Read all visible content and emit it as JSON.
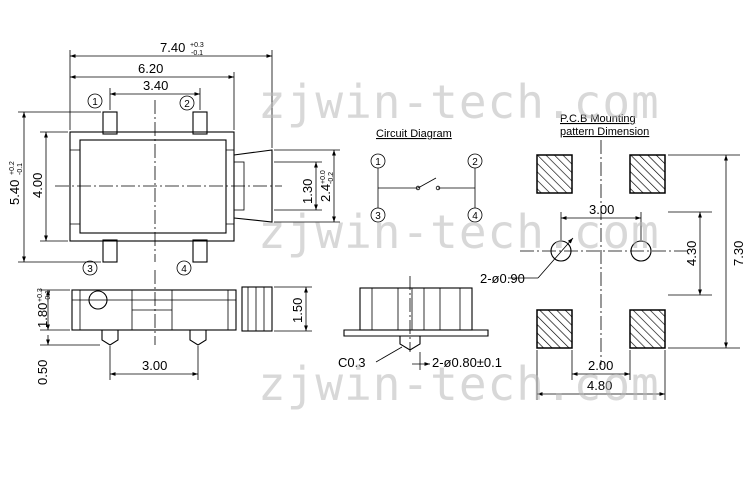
{
  "watermark": "zjwin-tech.com",
  "top_view": {
    "overall_width": "7.40",
    "overall_width_tol_upper": "+0.3",
    "overall_width_tol_lower": "-0.1",
    "body_width": "6.20",
    "pin_spacing": "3.40",
    "overall_height": "5.40",
    "overall_height_tol_upper": "+0.2",
    "overall_height_tol_lower": "-0.1",
    "body_height": "4.00",
    "actuator_width": "1.30",
    "actuator_length": "2.4",
    "actuator_length_tol_upper": "+0.0",
    "actuator_length_tol_lower": "-0.2",
    "pins": [
      "1",
      "2",
      "3",
      "4"
    ]
  },
  "side_view": {
    "height": "1.80",
    "height_tol_upper": "+0.3",
    "height_tol_lower": "-0.1",
    "standoff": "0.50",
    "post_spacing": "3.00",
    "actuator_height": "1.50"
  },
  "end_view": {
    "chamfer": "C0.3",
    "post_spec": "2-ø0.80±0.1"
  },
  "circuit_diagram": {
    "title": "Circuit Diagram",
    "pins": [
      "1",
      "2",
      "3",
      "4"
    ]
  },
  "pcb_pattern": {
    "title_line1": "P.C.B Mounting",
    "title_line2": "pattern Dimension",
    "hole_spacing": "3.00",
    "holes": "2-ø0.90",
    "vertical_inner": "4.30",
    "vertical_outer": "7.30",
    "pad_gap": "2.00",
    "overall_width": "4.80"
  }
}
